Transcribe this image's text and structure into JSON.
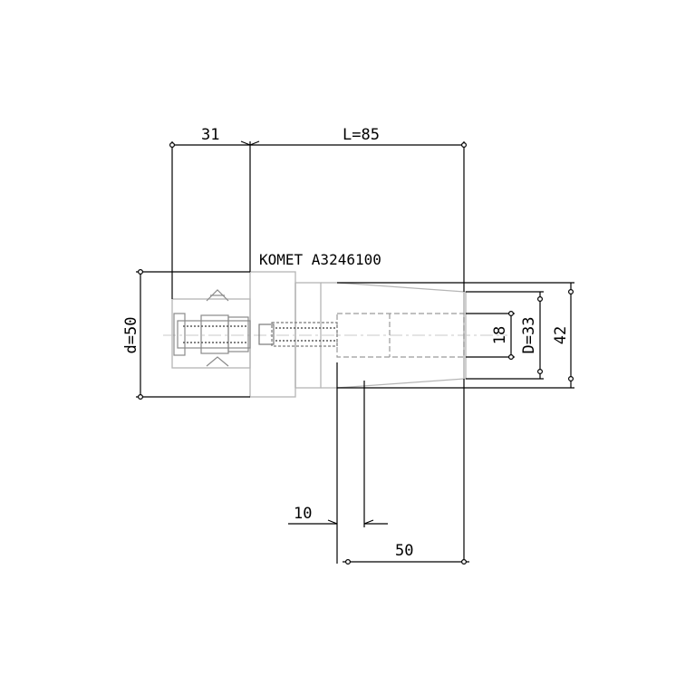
{
  "drawing": {
    "label": "KOMET A3246100",
    "dimensions": {
      "top_left": "31",
      "top_length": "L=85",
      "left_diameter": "d=50",
      "right_inner_bore": "18",
      "right_mid_diameter": "D=33",
      "right_outer_diameter": "42",
      "bottom_small": "10",
      "bottom_length": "50"
    }
  },
  "colors": {
    "line": "#000000",
    "part_outline": "#b5b5b5",
    "centerline": "#c8c8c8",
    "inner_detail": "#9a9a9a",
    "background": "#ffffff"
  }
}
